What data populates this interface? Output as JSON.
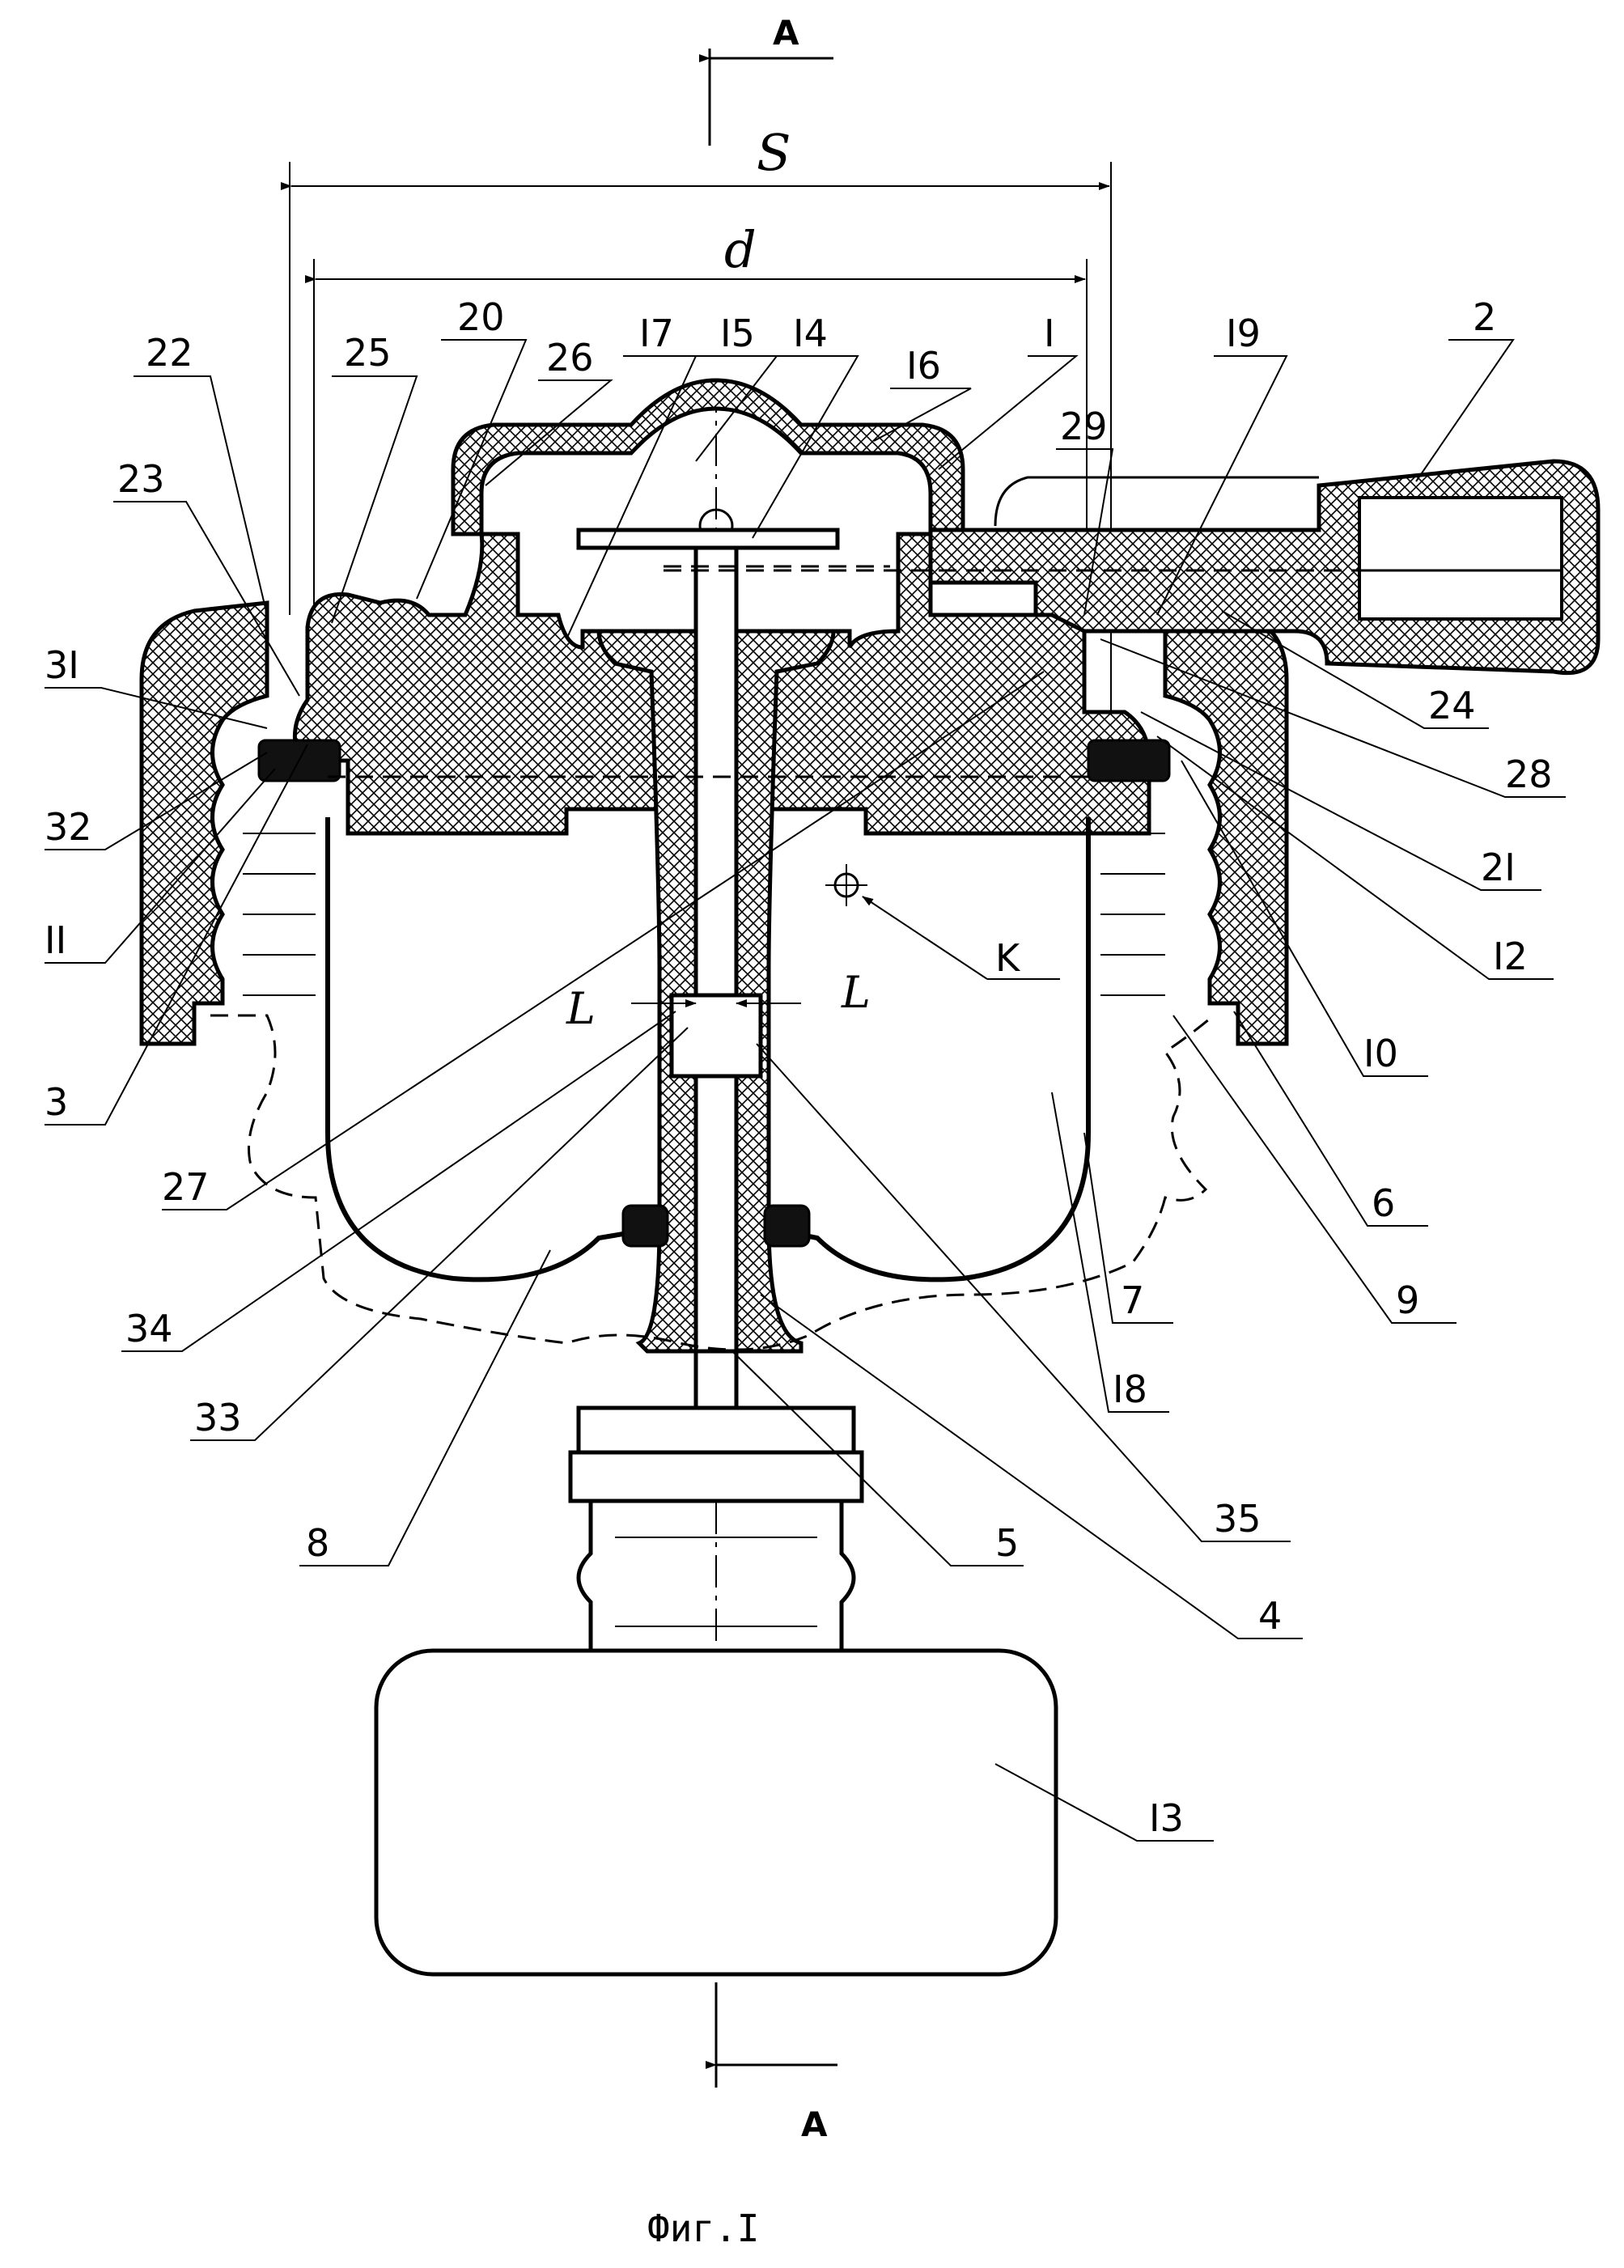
{
  "figure": {
    "caption": "Фиг.I",
    "section_marks": {
      "top": "A",
      "bottom": "A"
    },
    "dimensions": {
      "outer": "S",
      "inner": "d",
      "gap": "L"
    },
    "point_marker": "K"
  },
  "callouts": {
    "c2": "2",
    "c3": "3",
    "c4": "4",
    "c5": "5",
    "c6": "6",
    "c7": "7",
    "c8": "8",
    "c9": "9",
    "c10": "I0",
    "c11": "II",
    "c12": "I2",
    "c13": "I3",
    "c14": "I4",
    "c15": "I5",
    "c16": "I6",
    "c17": "I7",
    "c18": "I8",
    "c19": "I9",
    "c1": "I",
    "c20": "20",
    "c21": "2I",
    "c22": "22",
    "c23": "23",
    "c24": "24",
    "c25": "25",
    "c26": "26",
    "c27": "27",
    "c28": "28",
    "c29": "29",
    "c31": "3I",
    "c32": "32",
    "c33": "33",
    "c34": "34",
    "c35": "35"
  }
}
